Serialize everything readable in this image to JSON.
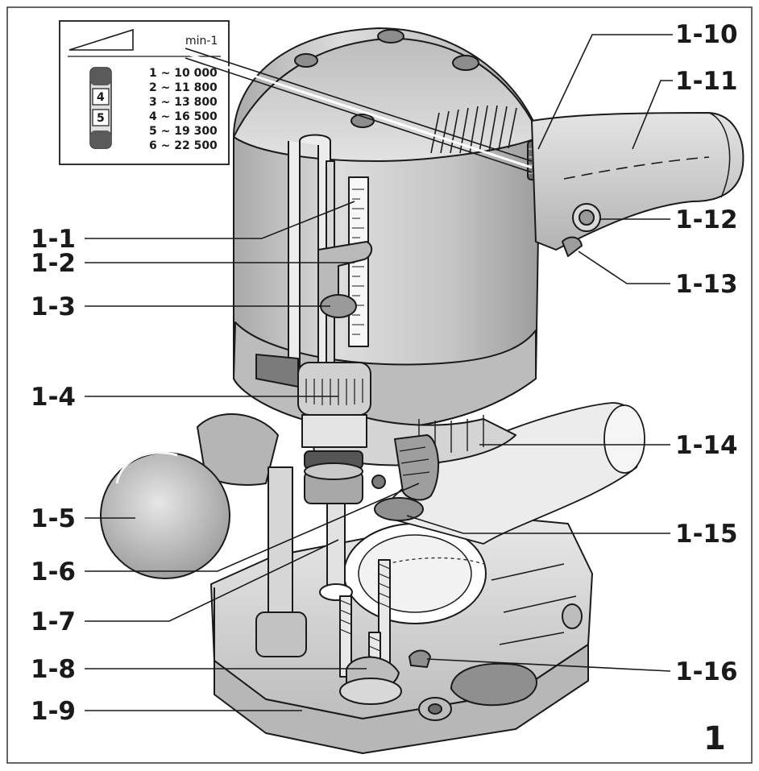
{
  "figure": {
    "number": "1"
  },
  "speed_table": {
    "unit": "min-1",
    "wheel_labels": [
      "4",
      "5"
    ],
    "rows": [
      "1 ~ 10 000",
      "2 ~ 11 800",
      "3 ~ 13 800",
      "4 ~ 16 500",
      "5 ~ 19 300",
      "6 ~ 22 500"
    ]
  },
  "callouts": {
    "c1_1": "1-1",
    "c1_2": "1-2",
    "c1_3": "1-3",
    "c1_4": "1-4",
    "c1_5": "1-5",
    "c1_6": "1-6",
    "c1_7": "1-7",
    "c1_8": "1-8",
    "c1_9": "1-9",
    "c1_10": "1-10",
    "c1_11": "1-11",
    "c1_12": "1-12",
    "c1_13": "1-13",
    "c1_14": "1-14",
    "c1_15": "1-15",
    "c1_16": "1-16"
  },
  "colors": {
    "body": "#c9c9c9",
    "body_dark": "#8e8e8e",
    "line": "#1a1a1a",
    "frame": "#333333"
  }
}
